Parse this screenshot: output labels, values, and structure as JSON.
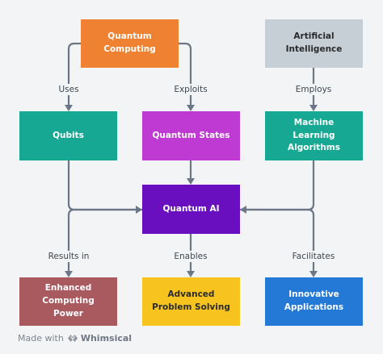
{
  "nodes": {
    "quantum_computing": {
      "label": "Quantum Computing",
      "color": "#ef8232"
    },
    "artificial_intelligence": {
      "label": "Artificial Intelligence",
      "color": "#c6cfd5"
    },
    "qubits": {
      "label": "Qubits",
      "color": "#17a893"
    },
    "quantum_states": {
      "label": "Quantum States",
      "color": "#bf3ad2"
    },
    "ml_algorithms": {
      "label": "Machine Learning Algorithms",
      "color": "#17a893"
    },
    "quantum_ai": {
      "label": "Quantum AI",
      "color": "#6a0fc0"
    },
    "enhanced_computing": {
      "label": "Enhanced Computing Power",
      "color": "#a85a5f"
    },
    "advanced_problem": {
      "label": "Advanced Problem Solving",
      "color": "#f7c41f"
    },
    "innovative_apps": {
      "label": "Innovative Applications",
      "color": "#2579d6"
    }
  },
  "edges": {
    "uses": "Uses",
    "exploits": "Exploits",
    "employs": "Employs",
    "results_in": "Results in",
    "enables": "Enables",
    "facilitates": "Facilitates"
  },
  "footer": {
    "made_with": "Made with",
    "brand": "Whimsical"
  }
}
